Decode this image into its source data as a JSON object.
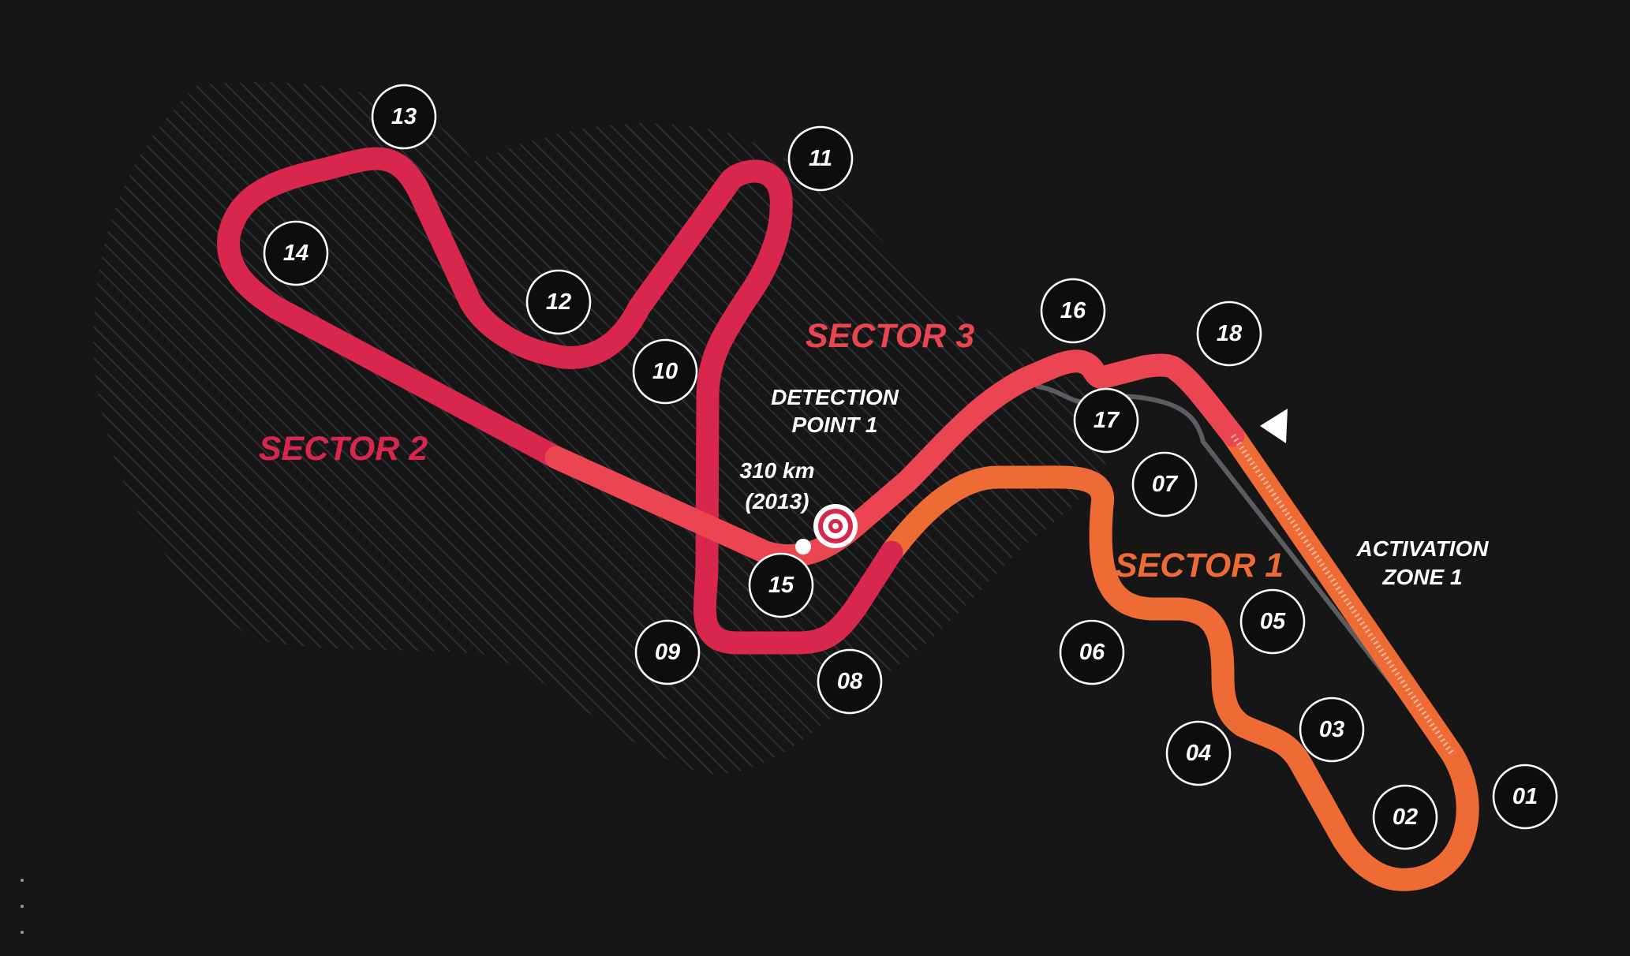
{
  "colors": {
    "background": "#161616",
    "sector1": "#ee6b35",
    "sector2": "#d8264d",
    "sector3": "#ea4550",
    "pitlane": "#5c5c62",
    "text": "#ffffff"
  },
  "sectors": {
    "sector1": "SECTOR 1",
    "sector2": "SECTOR 2",
    "sector3": "SECTOR 3"
  },
  "detection_point": {
    "line1": "DETECTION",
    "line2": "POINT 1"
  },
  "speed_record": {
    "value": "310 km",
    "year": "(2013)"
  },
  "activation_zone": {
    "line1": "ACTIVATION",
    "line2": "ZONE 1"
  },
  "turns": [
    "01",
    "02",
    "03",
    "04",
    "05",
    "06",
    "07",
    "08",
    "09",
    "10",
    "11",
    "12",
    "13",
    "14",
    "15",
    "16",
    "17",
    "18"
  ]
}
